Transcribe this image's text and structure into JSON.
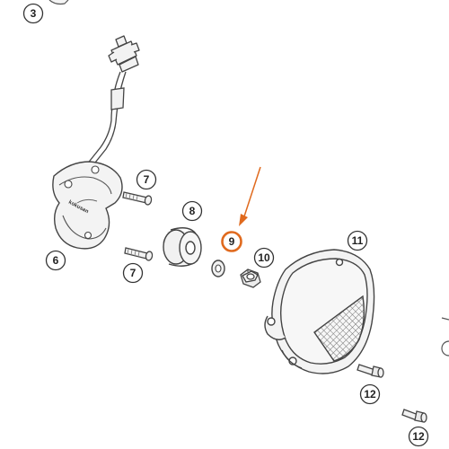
{
  "callouts": {
    "c3": "3",
    "c6": "6",
    "c7a": "7",
    "c7b": "7",
    "c8": "8",
    "c9": "9",
    "c10": "10",
    "c11": "11",
    "c12a": "12",
    "c12b": "12"
  },
  "highlight": {
    "part": "9",
    "color": "#e06a1e"
  },
  "stator_stamp": "kokusan"
}
